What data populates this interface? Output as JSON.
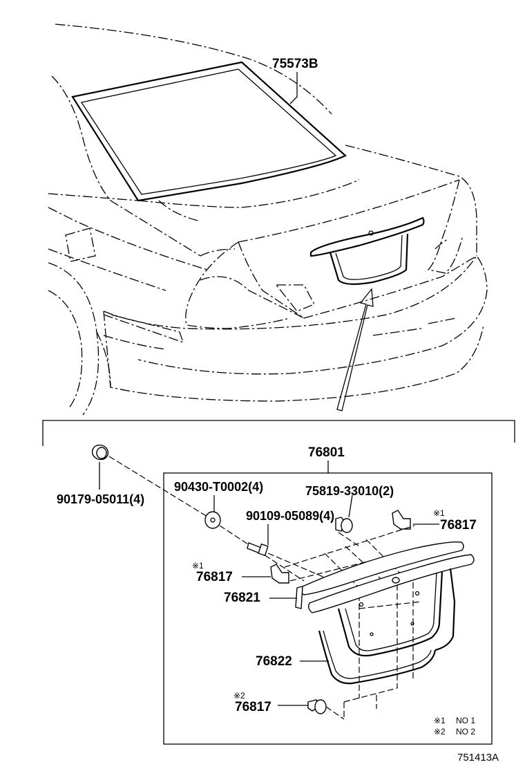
{
  "labels": {
    "window_weatherstrip": "75573B",
    "garnish_assy": "76801",
    "clip_top_left": "90179-05011(4)",
    "nut_left": "90430-T0002(4)",
    "clip_center": "75819-33010(2)",
    "screw": "90109-05089(4)",
    "bracket_right": "76817",
    "bracket_left": "76817",
    "cushion": "76821",
    "moulding": "76822",
    "bracket_bottom": "76817",
    "illustration_code": "751413A"
  },
  "marks": {
    "mark1": "※1",
    "mark2": "※2"
  },
  "legend": {
    "row1_mark": "※1",
    "row1_text": "NO 1",
    "row2_mark": "※2",
    "row2_text": "NO 2"
  }
}
